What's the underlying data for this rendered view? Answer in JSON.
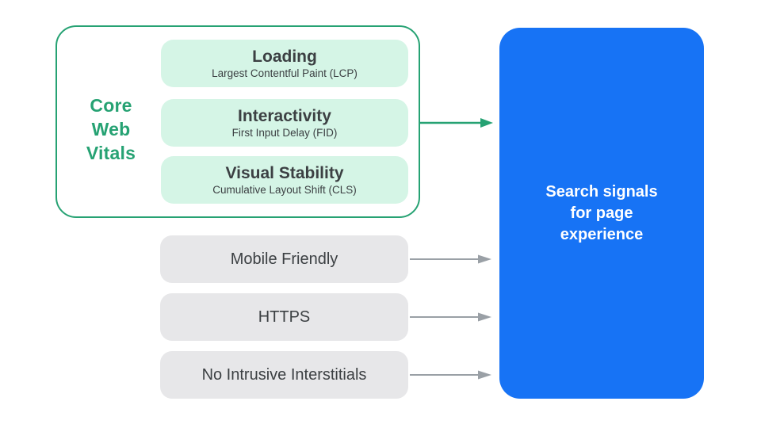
{
  "colors": {
    "green": "#26A273",
    "green_light": "#D5F5E6",
    "blue": "#1773F5",
    "gray_pill": "#E7E7E9",
    "gray_arrow": "#9AA0A6",
    "text_dark": "#3C4043",
    "text_on_blue": "#FFFFFF"
  },
  "core_web_vitals": {
    "label_lines": [
      "Core",
      "Web",
      "Vitals"
    ],
    "metrics": [
      {
        "title": "Loading",
        "subtitle": "Largest Contentful Paint (LCP)"
      },
      {
        "title": "Interactivity",
        "subtitle": "First Input Delay (FID)"
      },
      {
        "title": "Visual Stability",
        "subtitle": "Cumulative Layout Shift (CLS)"
      }
    ]
  },
  "other_signals": [
    {
      "label": "Mobile Friendly"
    },
    {
      "label": "HTTPS"
    },
    {
      "label": "No Intrusive Interstitials"
    }
  ],
  "result_box": {
    "label_lines": [
      "Search signals",
      "for page",
      "experience"
    ]
  }
}
